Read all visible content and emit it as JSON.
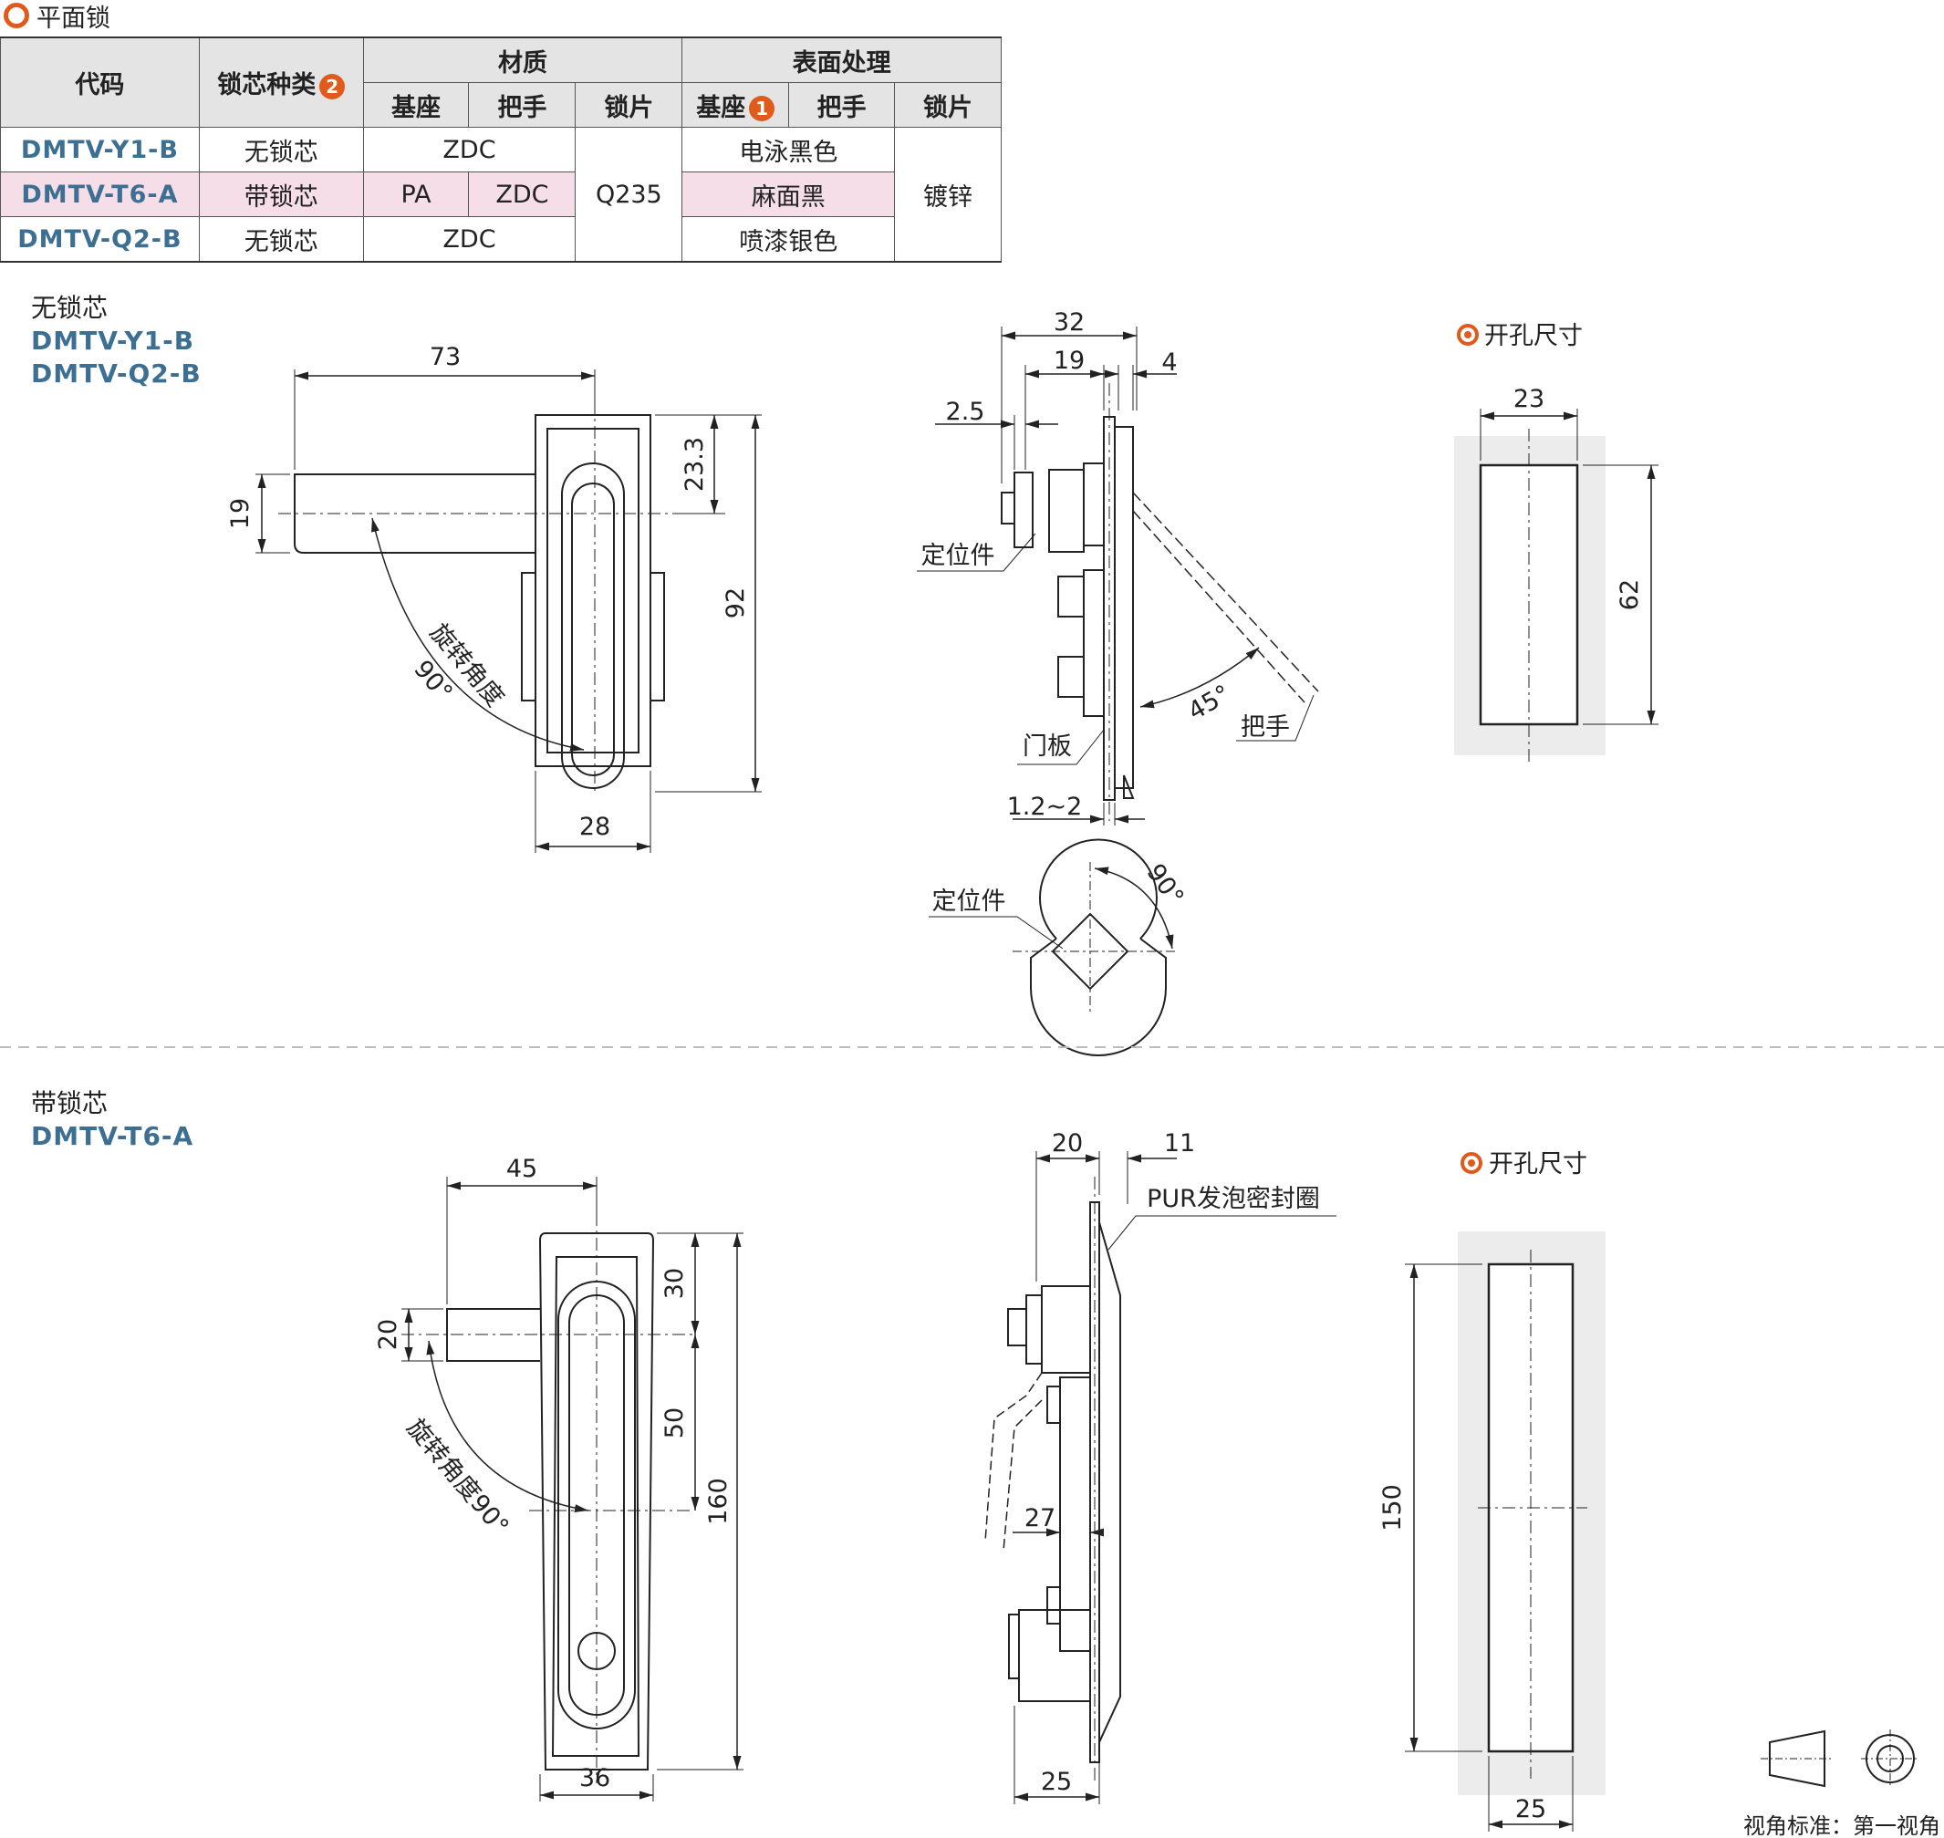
{
  "title": "平面锁",
  "table": {
    "headers": {
      "code": "代码",
      "core_type": "锁芯种类",
      "core_badge": "2",
      "material": "材质",
      "surface": "表面处理",
      "base": "基座",
      "handle": "把手",
      "plate": "锁片",
      "base_badge": "1"
    },
    "rows": [
      {
        "code": "DMTV-Y1-B",
        "core": "无锁芯",
        "material": "ZDC",
        "surface": "电泳黑色"
      },
      {
        "code": "DMTV-T6-A",
        "core": "带锁芯",
        "base_material": "PA",
        "handle_material": "ZDC",
        "plate_material": "Q235",
        "surface": "麻面黑",
        "plate_surface": "镀锌"
      },
      {
        "code": "DMTV-Q2-B",
        "core": "无锁芯",
        "material": "ZDC",
        "surface": "喷漆银色"
      }
    ]
  },
  "section1": {
    "label": "无锁芯",
    "code1": "DMTV-Y1-B",
    "code2": "DMTV-Q2-B"
  },
  "section2": {
    "label": "带锁芯",
    "code1": "DMTV-T6-A"
  },
  "labels": {
    "cutout": "开孔尺寸",
    "rotation": "旋转角度",
    "rotation_deg": "90°",
    "rotation_full": "旋转角度90°",
    "locator": "定位件",
    "door_panel": "门板",
    "handle": "把手",
    "angle45": "45°",
    "angle90": "90°",
    "seal": "PUR发泡密封圈",
    "view_standard": "视角标准：第一视角"
  },
  "dims1": {
    "d73": "73",
    "d19": "19",
    "d23_3": "23.3",
    "d92": "92",
    "d28": "28",
    "d32": "32",
    "d19b": "19",
    "d4": "4",
    "d2_5": "2.5",
    "d1_2": "1.2~2",
    "d23": "23",
    "d62": "62"
  },
  "dims2": {
    "d45": "45",
    "d20": "20",
    "d30": "30",
    "d50": "50",
    "d160": "160",
    "d36": "36",
    "d20b": "20",
    "d11": "11",
    "d27": "27",
    "d25": "25",
    "d150": "150",
    "d25b": "25"
  },
  "colors": {
    "accent": "#e05a1c",
    "code_blue": "#3d6f93",
    "highlight_row": "#f6dee9",
    "header_bg": "#e4e4e4",
    "cutout_bg": "#ececec"
  }
}
